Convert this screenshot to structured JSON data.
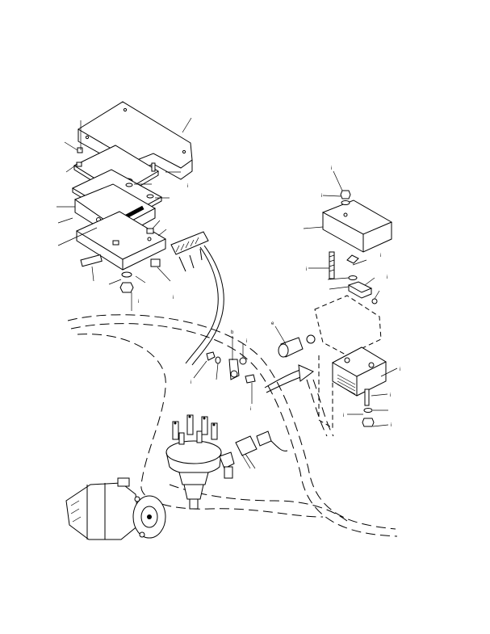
{
  "callouts": [
    {
      "id": "c-fastener-nut",
      "text": "i"
    },
    {
      "id": "c-fastener-washer",
      "text": "i"
    },
    {
      "id": "c-coil-screw",
      "text": "i"
    },
    {
      "id": "c-coil-washer",
      "text": "i"
    },
    {
      "id": "c-mod-terminal",
      "text": "i"
    },
    {
      "id": "c-mod-stud",
      "text": "i"
    },
    {
      "id": "c-mod-washer",
      "text": "i"
    },
    {
      "id": "c-mod-nut",
      "text": "i"
    },
    {
      "id": "c-center-nut",
      "text": "i"
    },
    {
      "id": "c-center-lug",
      "text": "b"
    },
    {
      "id": "c-center-tab",
      "text": "i"
    },
    {
      "id": "c-center-bolt",
      "text": "i"
    },
    {
      "id": "c-harness-plug",
      "text": "i"
    },
    {
      "id": "c-ecm-mount",
      "text": "i"
    },
    {
      "id": "c-bracket-nut",
      "text": "i"
    },
    {
      "id": "c-plate-screw",
      "text": "i"
    },
    {
      "id": "c-sensor-bulb",
      "text": "e"
    }
  ]
}
